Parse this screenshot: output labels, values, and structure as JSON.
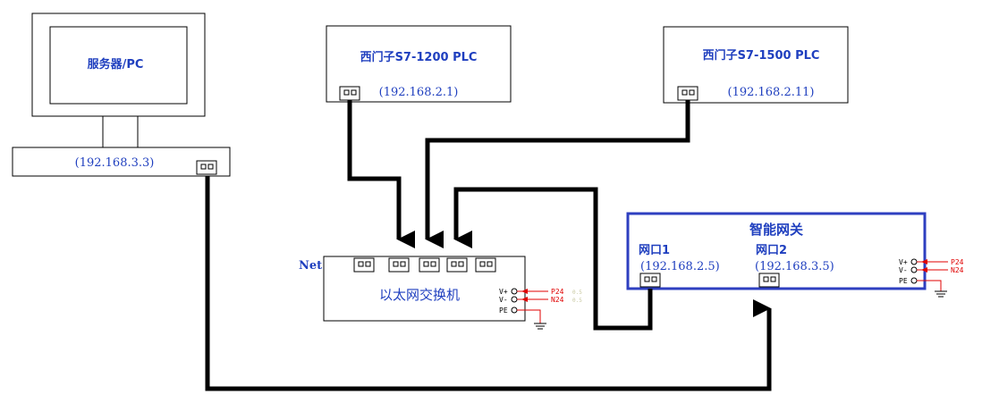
{
  "colors": {
    "text": "#1f3fbf",
    "line": "#000000",
    "gateway_border": "#2e3fc0",
    "power_red": "#e00000",
    "faint": "#c8c8a0"
  },
  "pc": {
    "screen_label": "服务器/PC",
    "ip": "(192.168.3.3)"
  },
  "plc1200": {
    "title": "西门子S7-1200 PLC",
    "ip": "(192.168.2.1)"
  },
  "plc1500": {
    "title": "西门子S7-1500 PLC",
    "ip": "(192.168.2.11)"
  },
  "switch": {
    "net_label": "Net",
    "name": "以太网交换机",
    "vplus": "V+",
    "vminus": "V-",
    "pe": "PE",
    "p24": "P24",
    "n24": "N24",
    "faint1": "0.5",
    "faint2": "0.5"
  },
  "gateway": {
    "title": "智能网关",
    "port1_label": "网口1",
    "port1_ip": "(192.168.2.5)",
    "port2_label": "网口2",
    "port2_ip": "(192.168.3.5)",
    "vplus": "V+",
    "vminus": "V-",
    "pe": "PE",
    "p24": "P24",
    "n24": "N24"
  }
}
